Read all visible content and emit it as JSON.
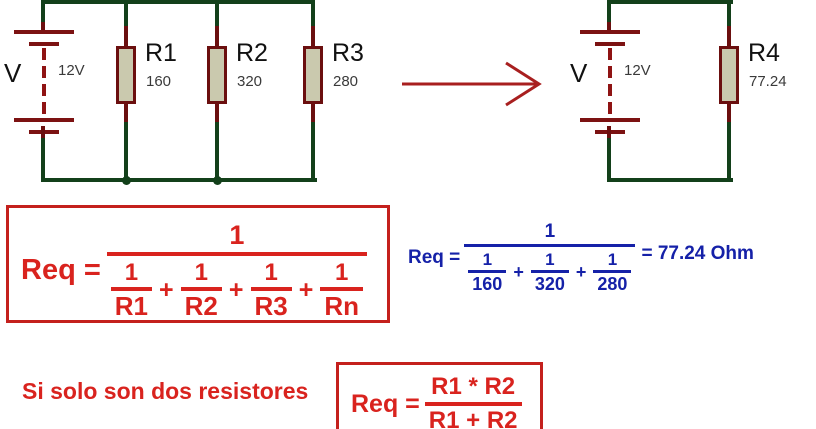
{
  "title": "Resistencias en paralelo - resistencia equivalente",
  "circuits": {
    "left": {
      "name": "parallel-circuit",
      "source": {
        "symbol": "V",
        "value": "12V"
      },
      "resistors": [
        {
          "name": "R1",
          "value": "160"
        },
        {
          "name": "R2",
          "value": "320"
        },
        {
          "name": "R3",
          "value": "280"
        }
      ]
    },
    "right": {
      "name": "equivalent-circuit",
      "source": {
        "symbol": "V",
        "value": "12V"
      },
      "resistors": [
        {
          "name": "R4",
          "value": "77.24"
        }
      ]
    }
  },
  "arrow": {
    "label": "implies-arrow"
  },
  "formula_general": {
    "lhs": "Req =",
    "numerator": "1",
    "terms": [
      {
        "num": "1",
        "den": "R1"
      },
      {
        "num": "1",
        "den": "R2"
      },
      {
        "num": "1",
        "den": "R3"
      },
      {
        "num": "1",
        "den": "Rn"
      }
    ],
    "operator": "+"
  },
  "formula_numeric": {
    "lhs": "Req =",
    "numerator": "1",
    "terms": [
      {
        "num": "1",
        "den": "160"
      },
      {
        "num": "1",
        "den": "320"
      },
      {
        "num": "1",
        "den": "280"
      }
    ],
    "operator": "+",
    "result": "= 77.24 Ohm"
  },
  "two_resistor": {
    "caption": "Si solo son dos resistores",
    "lhs": "Req =",
    "numerator": "R1 * R2",
    "denominator": "R1 + R2"
  },
  "colors": {
    "wire_green": "#13401a",
    "lead_red": "#6b0f0f",
    "resistor_fill": "#cac9ae",
    "formula_red": "#d9231e",
    "formula_blue": "#1521a8",
    "box_border": "#c4201d",
    "arrow_red": "#a81f1f"
  }
}
